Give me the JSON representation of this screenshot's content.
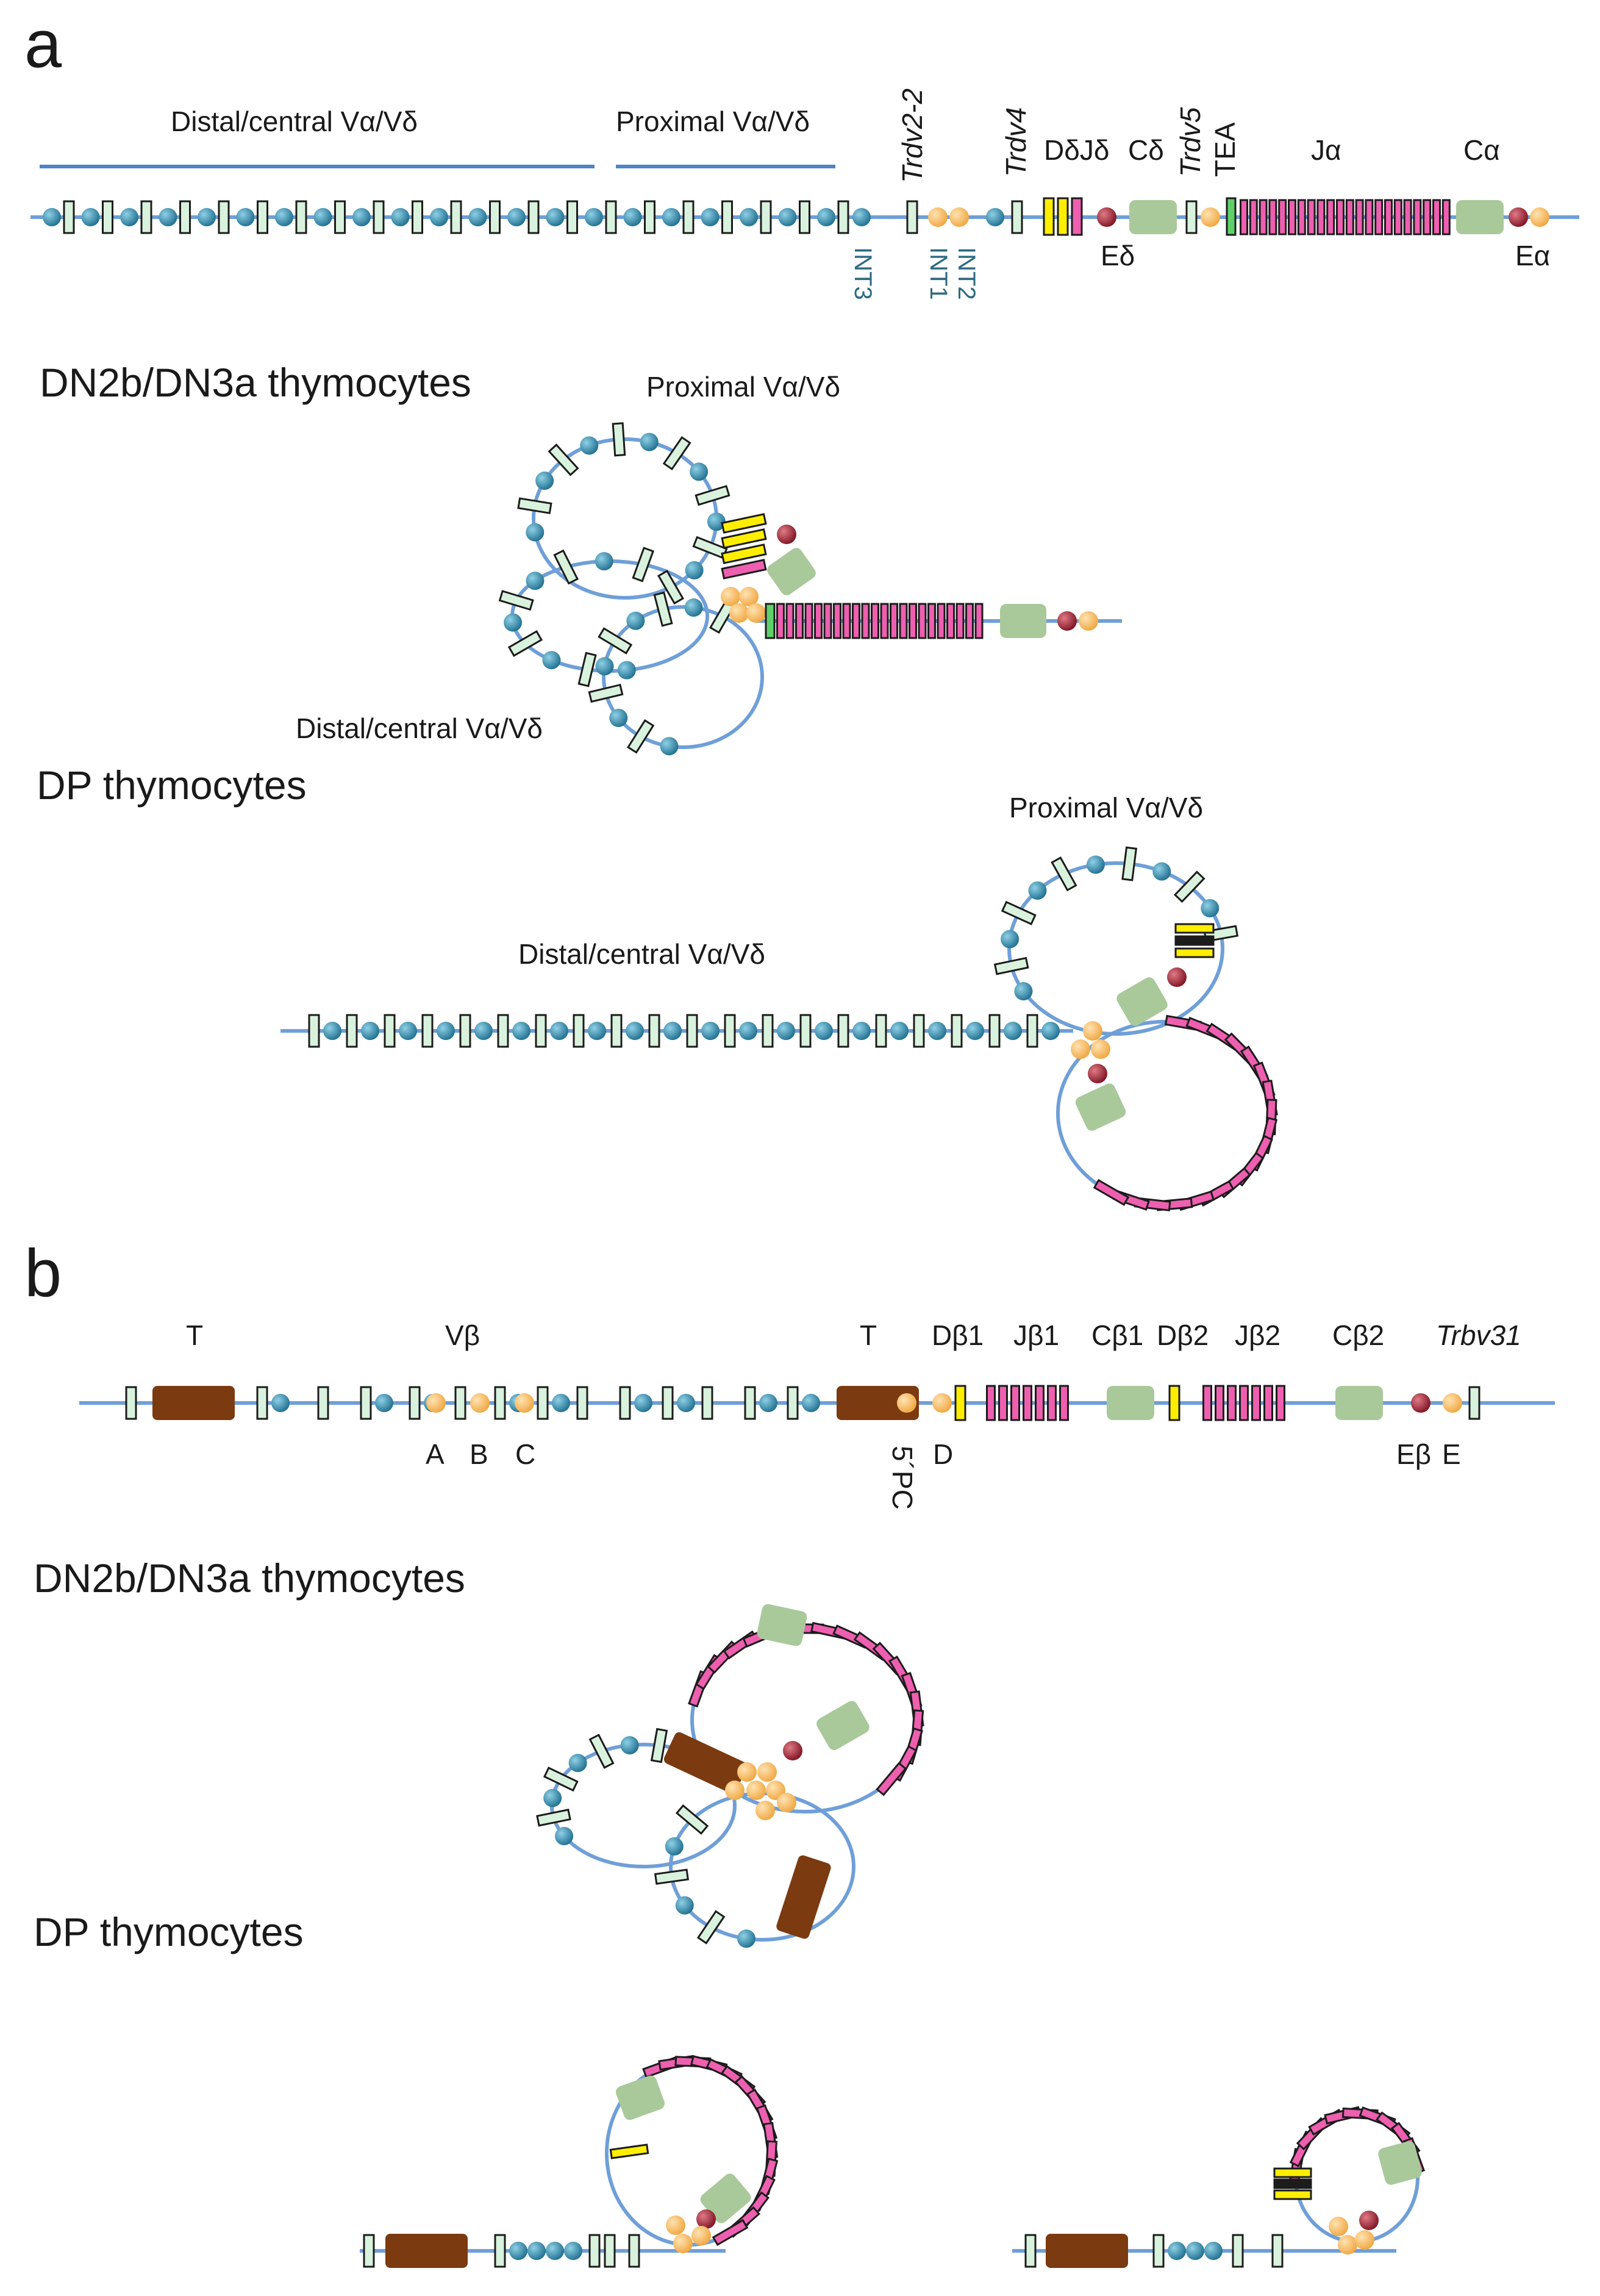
{
  "colors": {
    "backbone": "#6f9fd8",
    "v_segment_fill": "#d9f2dd",
    "v_segment_stroke": "#1c1c1c",
    "spacer_ball": "#2f86a6",
    "j_segment": "#ee5fb0",
    "d_segment": "#ffee00",
    "c_segment": "#a9c99a",
    "enhancer": "#a9283a",
    "promoter": "#f5b860",
    "trypsinogen": "#7b3a10",
    "enhancer_text": "#2c6a80"
  },
  "panel_a": {
    "letter": "a",
    "region_distal": "Distal/central Vα/Vδ",
    "region_proximal": "Proximal Vα/Vδ",
    "trdv2_2": "Trdv2-2",
    "trdv4": "Trdv4",
    "trdv5": "Trdv5",
    "djd": "DδJδ",
    "cd": "Cδ",
    "tea": "TEA",
    "ja": "Jα",
    "ca": "Cα",
    "ed": "Eδ",
    "ea": "Eα",
    "int3": "INT3",
    "int1": "INT1",
    "int2": "INT2",
    "dn_heading": "DN2b/DN3a thymocytes",
    "dn_proximal": "Proximal Vα/Vδ",
    "dn_distal": "Distal/central Vα/Vδ",
    "dp_heading": "DP thymocytes",
    "dp_proximal": "Proximal Vα/Vδ",
    "dp_distal": "Distal/central Vα/Vδ"
  },
  "panel_b": {
    "letter": "b",
    "t_left": "T",
    "vb": "Vβ",
    "t_right": "T",
    "db1": "Dβ1",
    "jb1": "Jβ1",
    "cb1": "Cβ1",
    "db2": "Dβ2",
    "jb2": "Jβ2",
    "cb2": "Cβ2",
    "trbv31": "Trbv31",
    "a": "A",
    "b": "B",
    "c": "C",
    "pc5": "5´PC",
    "d": "D",
    "eb": "Eβ",
    "e": "E",
    "dn_heading": "DN2b/DN3a thymocytes",
    "dp_heading": "DP thymocytes"
  }
}
